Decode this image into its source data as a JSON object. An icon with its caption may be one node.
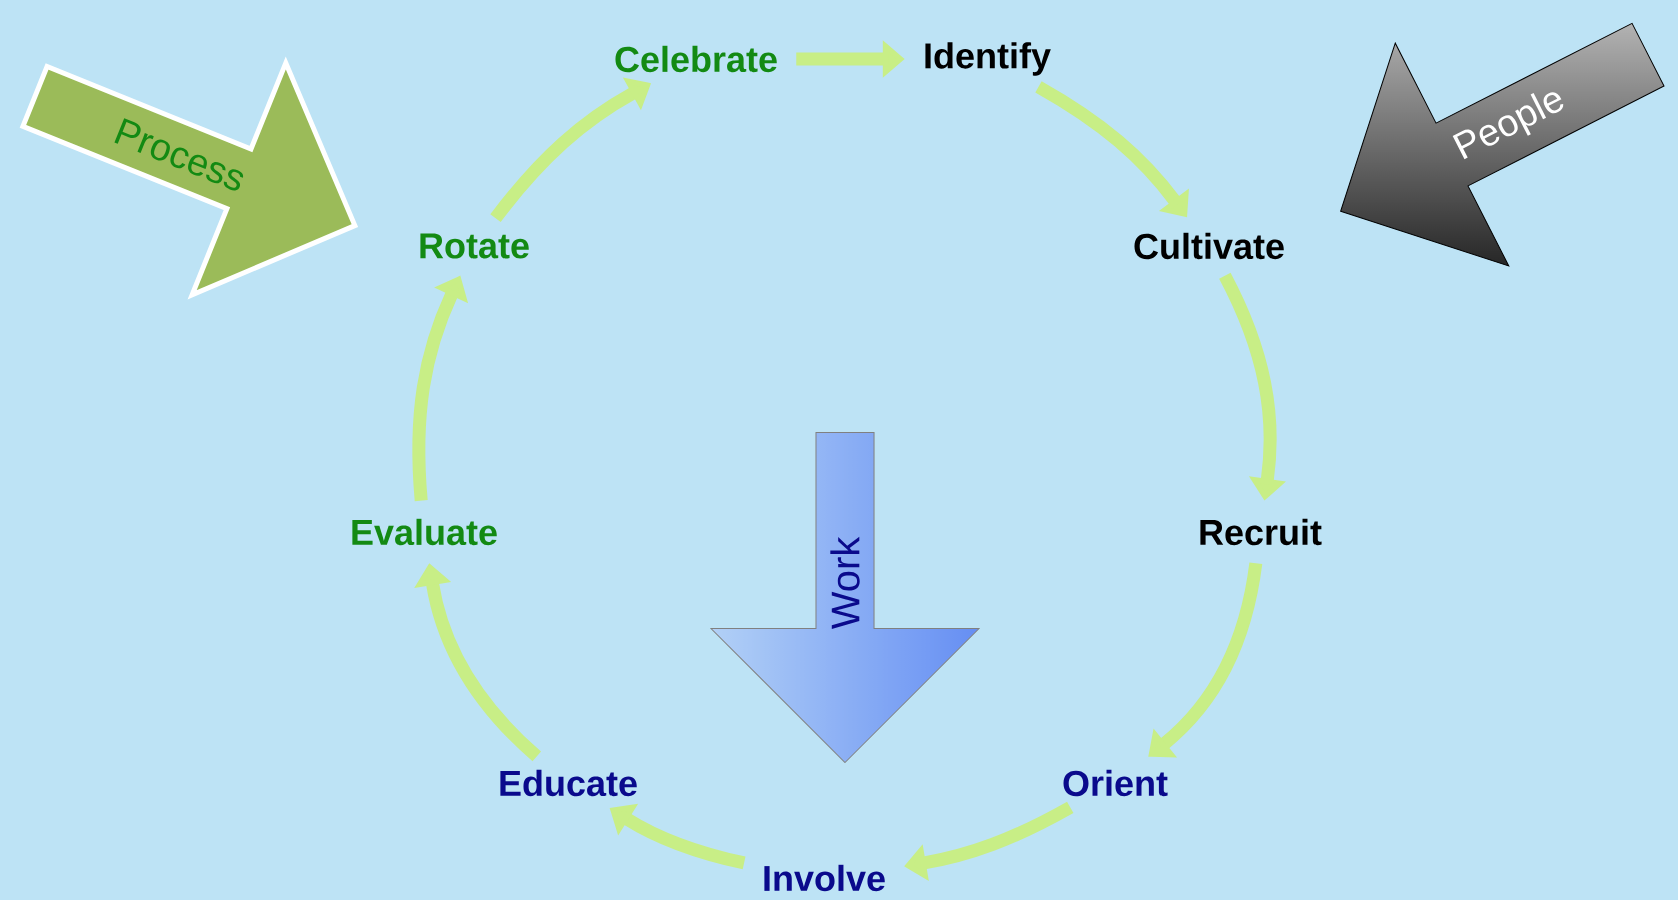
{
  "diagram": {
    "nodes": [
      {
        "text": [
          "Process"
        ]
      },
      {
        "text": [
          "Celebrate"
        ]
      },
      {
        "text": [
          "Identify"
        ]
      },
      {
        "text": [
          "People"
        ]
      },
      {
        "text": [
          "Rotate"
        ]
      },
      {
        "text": [
          "Cultivate"
        ]
      },
      {
        "text": [
          "Work"
        ]
      },
      {
        "text": [
          "Evaluate"
        ]
      },
      {
        "text": [
          "Recruit"
        ]
      },
      {
        "text": [
          "Educate"
        ]
      },
      {
        "text": [
          "Orient"
        ]
      },
      {
        "text": [
          "Involve"
        ]
      }
    ],
    "edges": [
      {
        "from": 1,
        "to": 2,
        "arrow": "to"
      },
      {
        "from": 2,
        "to": 5,
        "arrow": "to"
      },
      {
        "from": 5,
        "to": 8,
        "arrow": "to"
      },
      {
        "from": 8,
        "to": 10,
        "arrow": "to"
      },
      {
        "from": 10,
        "to": 11,
        "arrow": "to"
      },
      {
        "from": 11,
        "to": 9,
        "arrow": "to"
      },
      {
        "from": 9,
        "to": 7,
        "arrow": "to"
      },
      {
        "from": 7,
        "to": 4,
        "arrow": "to"
      },
      {
        "from": 4,
        "to": 1,
        "arrow": "to"
      }
    ]
  }
}
